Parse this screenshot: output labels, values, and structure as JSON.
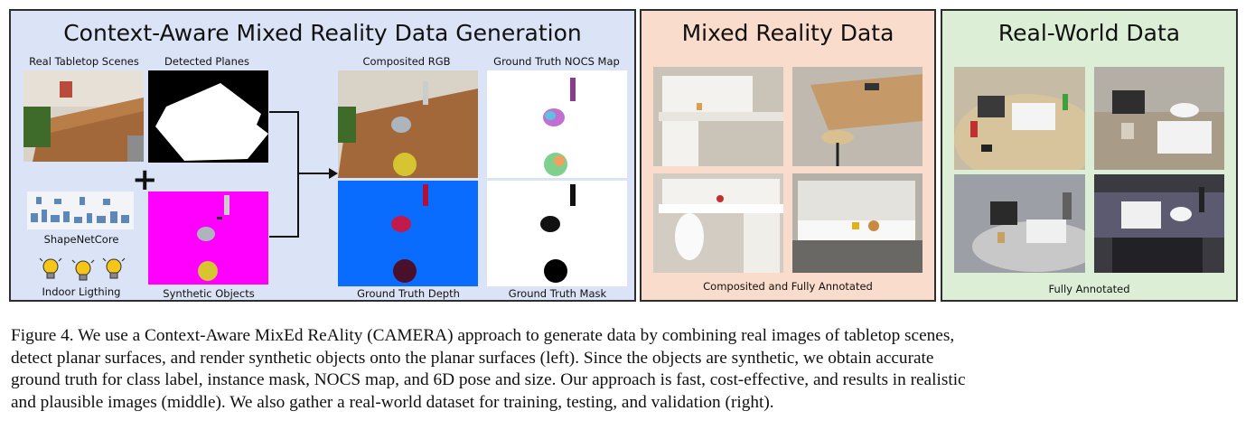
{
  "figure": {
    "left_panel": {
      "title": "Context-Aware Mixed Reality Data Generation",
      "labels": {
        "real_tabletop": "Real Tabletop Scenes",
        "detected_planes": "Detected Planes",
        "composited_rgb": "Composited RGB",
        "gt_nocs": "Ground Truth NOCS Map",
        "shapenet": "ShapeNetCore",
        "indoor_lighting": "Indoor Ligthing",
        "synthetic_objects": "Synthetic Objects",
        "gt_depth": "Ground Truth Depth",
        "gt_mask": "Ground Truth Mask"
      },
      "plus_symbol": "+"
    },
    "middle_panel": {
      "title": "Mixed Reality Data",
      "footer": "Composited and Fully Annotated"
    },
    "right_panel": {
      "title": "Real-World Data",
      "footer": "Fully Annotated"
    },
    "colors": {
      "left_bg": "#dbe3f6",
      "middle_bg": "#f9dccb",
      "right_bg": "#dcefd6",
      "magenta": "#ff00ff",
      "depth_blue": "#0a6cff"
    }
  },
  "caption": {
    "line1": "Figure 4. We use a Context-Aware MixEd ReAlity (CAMERA) approach to generate data by combining real images of tabletop scenes,",
    "line2": "detect planar surfaces, and render synthetic objects onto the planar surfaces (left).  Since the objects are synthetic, we obtain accurate",
    "line3": "ground truth for class label, instance mask, NOCS map, and 6D pose and size. Our approach is fast, cost-effective, and results in realistic",
    "line4": "and plausible images (middle). We also gather a real-world dataset for training, testing, and validation (right)."
  }
}
